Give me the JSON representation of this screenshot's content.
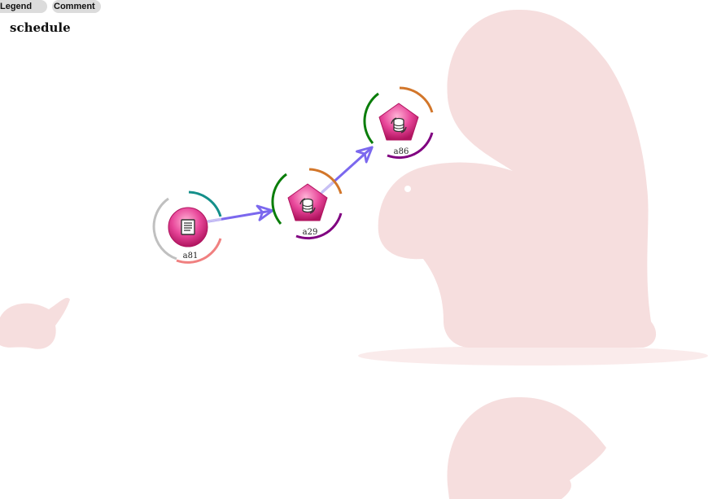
{
  "toolbar": {
    "legend_label": "Legend",
    "comment_label": "Comment"
  },
  "diagram": {
    "title": "schedule",
    "nodes": [
      {
        "id": "a81",
        "label": "a81",
        "icon": "document-icon",
        "shape": "circle"
      },
      {
        "id": "a29",
        "label": "a29",
        "icon": "database-sync-icon",
        "shape": "pentagon"
      },
      {
        "id": "a86",
        "label": "a86",
        "icon": "database-sync-icon",
        "shape": "pentagon"
      }
    ],
    "edges": [
      {
        "from": "a81",
        "to": "a29"
      },
      {
        "from": "a29",
        "to": "a86"
      }
    ]
  },
  "colors": {
    "node_fill": "#e8479a",
    "edge": "#7b68ee",
    "ring_teal": "#148f8a",
    "ring_gray": "#c0c0c0",
    "ring_salmon": "#f08080",
    "ring_green": "#0a7d0a",
    "ring_orange": "#d2762a",
    "ring_purple": "#800080",
    "watermark": "#f6dede"
  }
}
